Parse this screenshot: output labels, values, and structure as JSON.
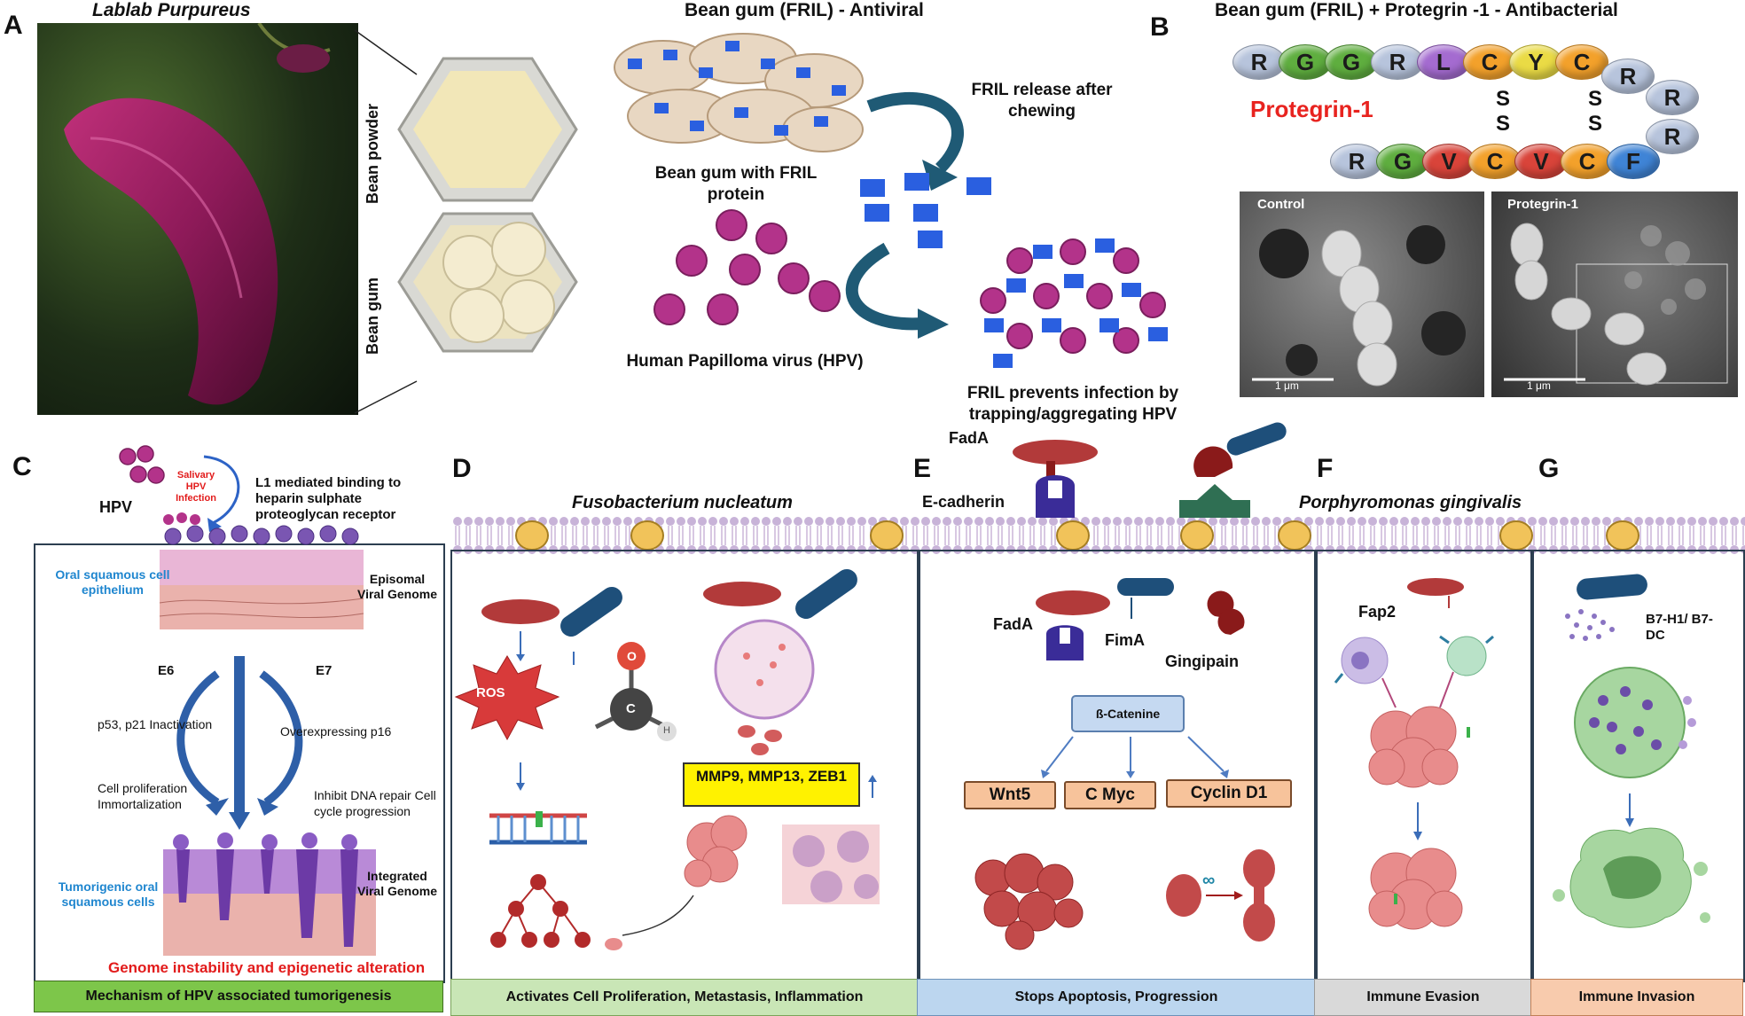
{
  "panelA": {
    "letter": "A",
    "plant_title": "Lablab Purpureus",
    "bean_powder": "Bean powder",
    "bean_gum": "Bean gum",
    "antiviral_title": "Bean gum (FRIL) - Antiviral",
    "gum_label": "Bean gum with  FRIL protein",
    "release_label": "FRIL release after chewing",
    "hpv_label": "Human Papilloma virus (HPV)",
    "prevent_label": "FRIL prevents infection by trapping/aggregating HPV"
  },
  "panelB": {
    "letter": "B",
    "title": "Bean gum (FRIL) + Protegrin -1 - Antibacterial",
    "peptide_name": "Protegrin-1",
    "top_residues": [
      "R",
      "G",
      "G",
      "R",
      "L",
      "C",
      "Y",
      "C",
      "R"
    ],
    "side_residues": [
      "R",
      "R"
    ],
    "bottom_residues": [
      "R",
      "G",
      "V",
      "C",
      "V",
      "C",
      "F"
    ],
    "disulfide": [
      "S",
      "S",
      "S",
      "S"
    ],
    "sem_control": "Control",
    "sem_treated": "Protegrin-1",
    "scale_bar": "1 μm",
    "colors": {
      "R": "#b7c4dc",
      "G": "#5fae3f",
      "L": "#a46bd0",
      "C": "#f3a12b",
      "Y": "#eadb45",
      "V": "#d9443a",
      "F": "#3f84d6"
    }
  },
  "panelC": {
    "letter": "C",
    "hpv": "HPV",
    "salivary": "Salivary HPV Infection",
    "binding": "L1 mediated binding to heparin sulphate proteoglycan receptor",
    "oral_epithelium": "Oral squamous cell epithelium",
    "episomal": "Episomal Viral Genome",
    "e6": "E6",
    "e7": "E7",
    "p53": "p53, p21 Inactivation",
    "overexp": "Overexpressing p16",
    "prolif": "Cell proliferation Immortalization",
    "inhibit": "Inhibit DNA repair Cell cycle progression",
    "tumorigenic": "Tumorigenic oral squamous cells",
    "integrated": "Integrated Viral Genome",
    "genome": "Genome instability and epigenetic alteration",
    "footer": "Mechanism of HPV associated tumorigenesis"
  },
  "panelD": {
    "letter": "D",
    "title": "Fusobacterium  nucleatum",
    "ros": "ROS",
    "o": "O",
    "c": "C",
    "h": "H",
    "mmp": "MMP9, MMP13, ZEB1",
    "footer": "Activates Cell Proliferation, Metastasis, Inflammation"
  },
  "panelE": {
    "letter": "E",
    "fada_top": "FadA",
    "ecad": "E-cadherin",
    "fada": "FadA",
    "fima": "FimA",
    "gingipain": "Gingipain",
    "catenin": "ß-Catenine",
    "wnt5": "Wnt5",
    "cmyc": "C Myc",
    "cyclin": "Cyclin D1",
    "infinity": "∞",
    "footer": "Stops Apoptosis, Progression"
  },
  "panelF": {
    "letter": "F",
    "title": "Porphyromonas  gingivalis",
    "fap2": "Fap2",
    "footer": "Immune Evasion"
  },
  "panelG": {
    "letter": "G",
    "b7": "B7-H1/ B7-DC",
    "footer": "Immune Invasion"
  }
}
